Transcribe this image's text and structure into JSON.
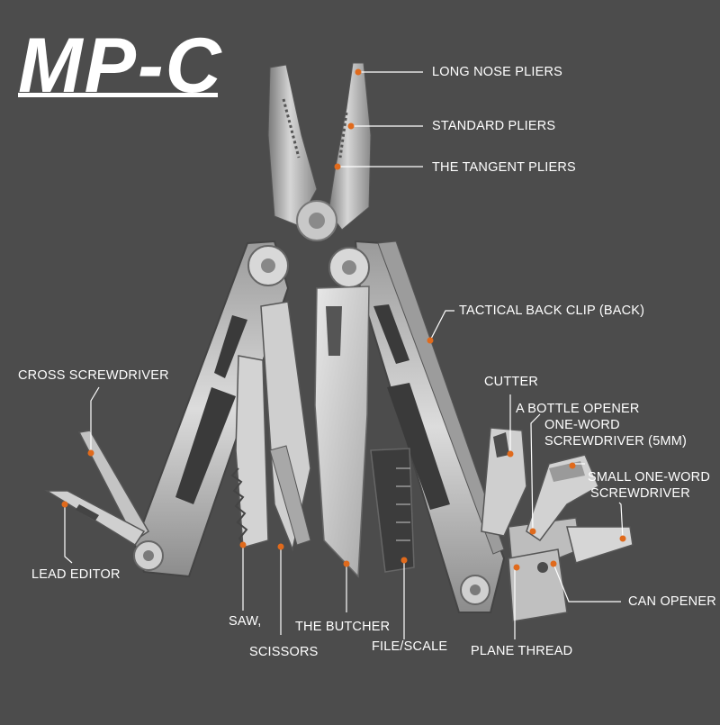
{
  "title": "MP-C",
  "colors": {
    "background": "#4c4c4c",
    "accent": "#e06a1c",
    "label": "#ffffff",
    "steel": "#b8b8b8"
  },
  "labels": {
    "long_nose_pliers": "LONG NOSE PLIERS",
    "standard_pliers": "STANDARD PLIERS",
    "tangent_pliers": "THE TANGENT PLIERS",
    "tactical_back_clip": "TACTICAL BACK CLIP (BACK)",
    "cutter": "CUTTER",
    "bottle_opener": "A BOTTLE OPENER",
    "one_word_screwdriver_line1": "ONE-WORD",
    "one_word_screwdriver_line2": "SCREWDRIVER (5MM)",
    "small_screwdriver_line1": "SMALL ONE-WORD",
    "small_screwdriver_line2": "SCREWDRIVER",
    "can_opener": "CAN OPENER",
    "plane_thread": "PLANE THREAD",
    "file_scale": "FILE/SCALE",
    "butcher": "THE BUTCHER",
    "scissors": "SCISSORS",
    "saw": "SAW,",
    "lead_editor": "LEAD EDITOR",
    "cross_screwdriver": "CROSS SCREWDRIVER"
  }
}
